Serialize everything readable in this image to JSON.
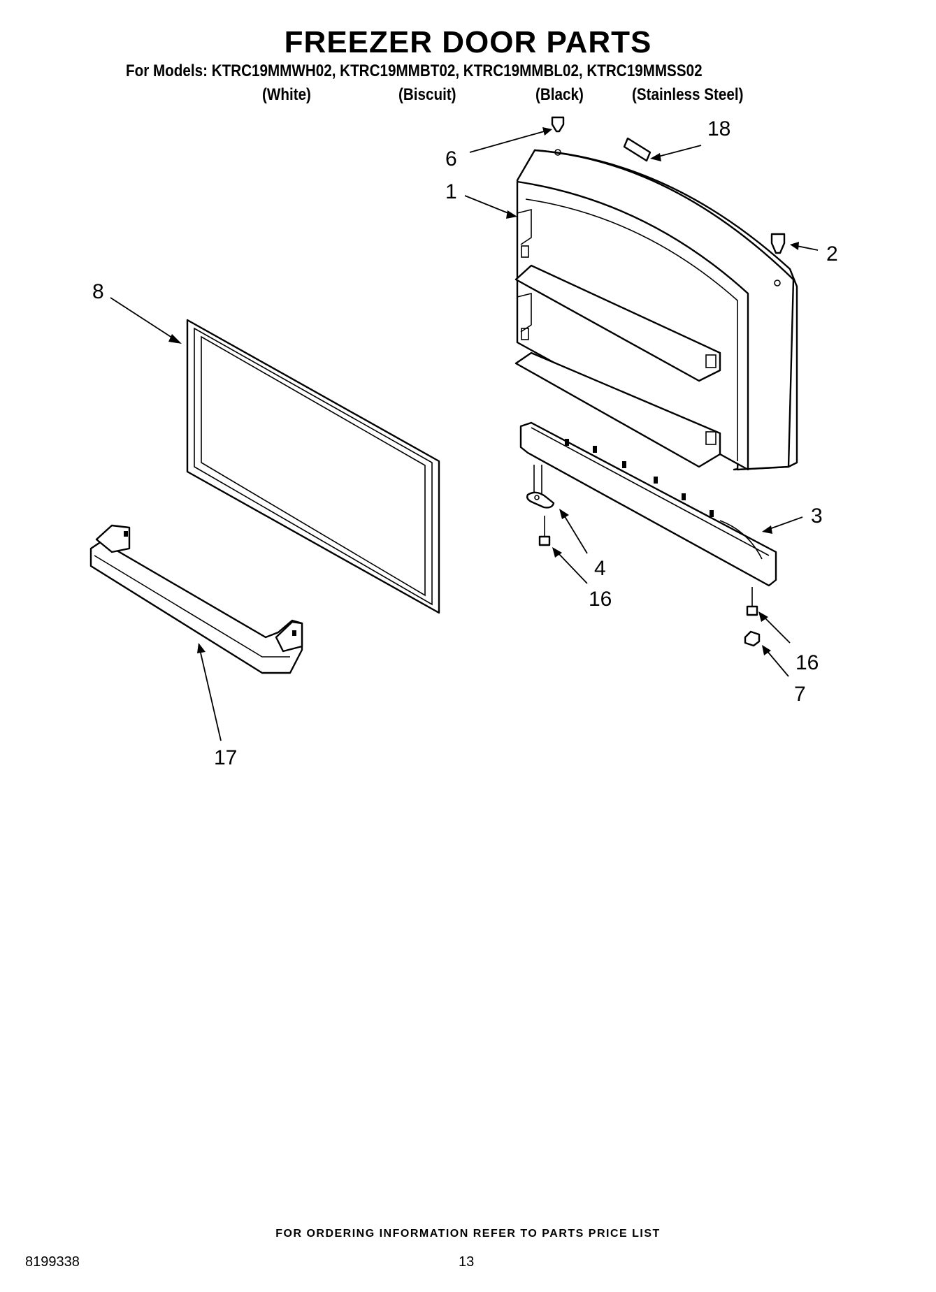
{
  "header": {
    "title": "FREEZER DOOR PARTS",
    "models": "For Models: KTRC19MMWH02, KTRC19MMBT02, KTRC19MMBL02, KTRC19MMSS02",
    "finishes": [
      "(White)",
      "(Biscuit)",
      "(Black)",
      "(Stainless Steel)"
    ]
  },
  "callouts": {
    "c1": "1",
    "c2": "2",
    "c3": "3",
    "c4": "4",
    "c6": "6",
    "c7": "7",
    "c8": "8",
    "c16a": "16",
    "c16b": "16",
    "c17": "17",
    "c18": "18"
  },
  "footer": {
    "ordering": "FOR ORDERING INFORMATION REFER TO PARTS PRICE LIST",
    "doc_number": "8199338",
    "page_number": "13"
  }
}
